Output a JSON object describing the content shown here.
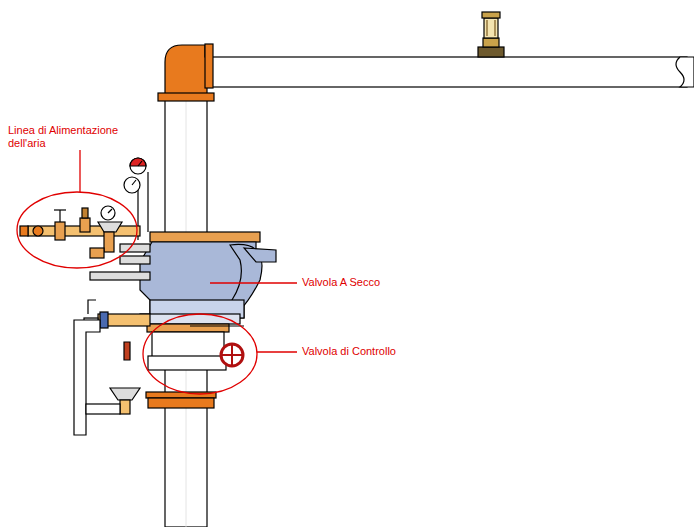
{
  "diagram": {
    "labels": [
      "Linea di Alimentazione dell'aria",
      "Valvola A Secco",
      "Valvola di Controllo"
    ]
  }
}
